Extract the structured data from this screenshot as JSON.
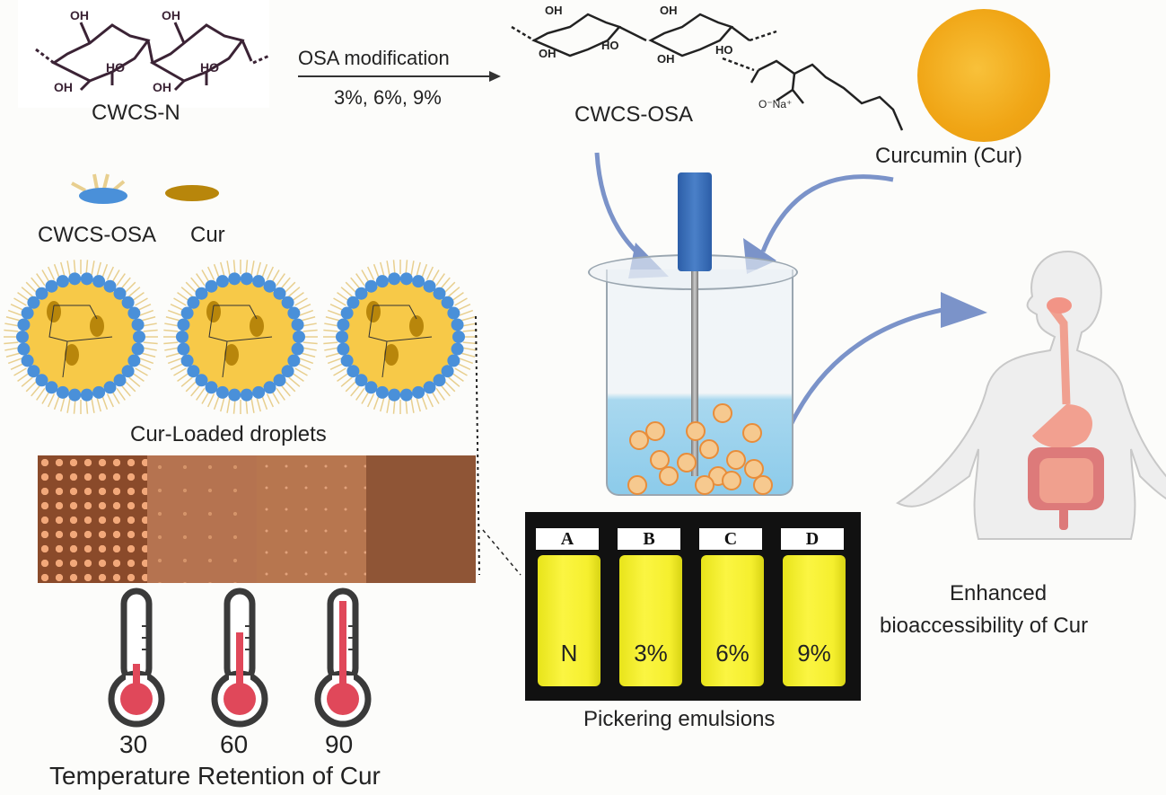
{
  "reaction": {
    "reactant_label": "CWCS-N",
    "arrow_top": "OSA modification",
    "arrow_bottom": "3%, 6%, 9%",
    "product_label": "CWCS-OSA",
    "structure_labels": {
      "oh": "OH",
      "ho": "HO",
      "o": "O",
      "ona": "O⁻Na⁺"
    }
  },
  "curcumin": {
    "label": "Curcumin (Cur)",
    "color": "#f2a81c"
  },
  "legend": {
    "items": [
      {
        "label": "CWCS-OSA",
        "color": "#4a90d9"
      },
      {
        "label": "Cur",
        "color": "#b8860b"
      }
    ]
  },
  "droplets": {
    "label": "Cur-Loaded droplets",
    "count": 3
  },
  "micrographs": {
    "panels": 4
  },
  "thermometers": {
    "items": [
      {
        "value": "30",
        "fill_level": 0.25
      },
      {
        "value": "60",
        "fill_level": 0.6
      },
      {
        "value": "90",
        "fill_level": 0.95
      }
    ],
    "caption": "Temperature Retention of Cur"
  },
  "emulsions": {
    "vials": [
      {
        "tag": "A",
        "label": "N"
      },
      {
        "tag": "B",
        "label": "3%"
      },
      {
        "tag": "C",
        "label": "6%"
      },
      {
        "tag": "D",
        "label": "9%"
      }
    ],
    "caption": "Pickering emulsions"
  },
  "outcome": {
    "line1": "Enhanced",
    "line2": "bioaccessibility of Cur"
  },
  "colors": {
    "arrow": "#7b93c9",
    "shell": "#4a90d9",
    "core": "#f7c948",
    "thermo": "#e0485a"
  }
}
